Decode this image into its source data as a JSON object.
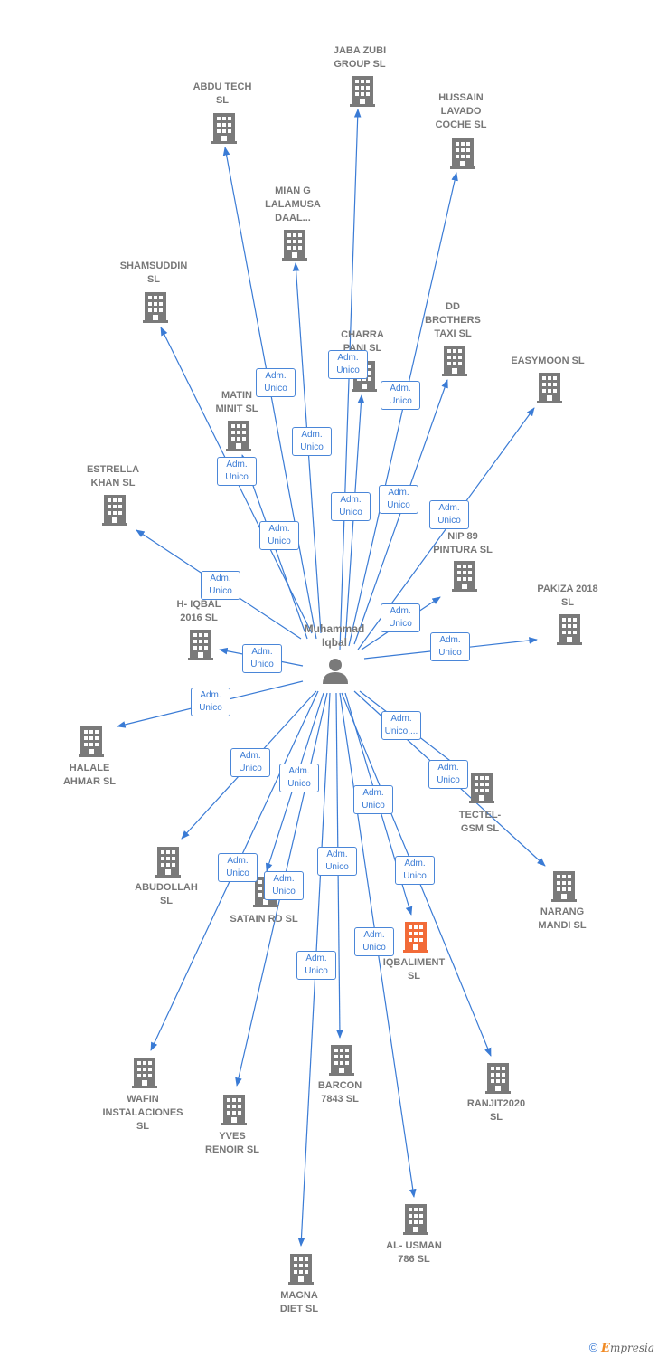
{
  "colors": {
    "edge": "#3a7bd5",
    "node": "#7a7a7a",
    "highlight": "#f26b38",
    "person": "#7a7a7a"
  },
  "person": {
    "name": [
      "Muhammad",
      "Iqbal"
    ],
    "icon": "person-icon"
  },
  "companies": [
    {
      "id": "jaba",
      "label": [
        "JABA ZUBI",
        "GROUP  SL"
      ]
    },
    {
      "id": "abdu",
      "label": [
        "ABDU TECH",
        "SL"
      ]
    },
    {
      "id": "hussain",
      "label": [
        "HUSSAIN",
        "LAVADO",
        "COCHE  SL"
      ]
    },
    {
      "id": "mian",
      "label": [
        "MIAN G",
        "LALAMUSA",
        "DAAL..."
      ]
    },
    {
      "id": "shamsuddin",
      "label": [
        "SHAMSUDDIN",
        "SL"
      ]
    },
    {
      "id": "dd",
      "label": [
        "DD",
        "BROTHERS",
        "TAXI  SL"
      ]
    },
    {
      "id": "charra",
      "label": [
        "CHARRA",
        "PANI  SL"
      ]
    },
    {
      "id": "easymoon",
      "label": [
        "EASYMOON  SL"
      ]
    },
    {
      "id": "matin",
      "label": [
        "MATIN",
        "MINIT  SL"
      ]
    },
    {
      "id": "estrella",
      "label": [
        "ESTRELLA",
        "KHAN  SL"
      ]
    },
    {
      "id": "nip",
      "label": [
        "NIP 89",
        "PINTURA  SL"
      ]
    },
    {
      "id": "pakiza",
      "label": [
        "PAKIZA 2018",
        "SL"
      ]
    },
    {
      "id": "hiqbal",
      "label": [
        "H- IQBAL",
        "2016  SL"
      ]
    },
    {
      "id": "halale",
      "label": [
        "HALALE",
        "AHMAR  SL"
      ]
    },
    {
      "id": "tectel",
      "label": [
        "TECTEL-",
        "GSM  SL"
      ]
    },
    {
      "id": "abudollah",
      "label": [
        "ABUDOLLAH",
        "SL"
      ]
    },
    {
      "id": "satain",
      "label": [
        "SATAIN RD  SL"
      ]
    },
    {
      "id": "narang",
      "label": [
        "NARANG",
        "MANDI  SL"
      ]
    },
    {
      "id": "iqbaliment",
      "label": [
        "IQBALIMENT",
        "SL"
      ],
      "highlight": true
    },
    {
      "id": "wafin",
      "label": [
        "WAFIN",
        "INSTALACIONES",
        "SL"
      ]
    },
    {
      "id": "barcon",
      "label": [
        "BARCON",
        "7843  SL"
      ]
    },
    {
      "id": "ranjit",
      "label": [
        "RANJIT2020",
        "SL"
      ]
    },
    {
      "id": "yves",
      "label": [
        "YVES",
        "RENOIR SL"
      ]
    },
    {
      "id": "alusman",
      "label": [
        "AL- USMAN",
        "786 SL"
      ]
    },
    {
      "id": "magna",
      "label": [
        "MAGNA",
        "DIET  SL"
      ]
    }
  ],
  "relations": [
    {
      "target": "abdu",
      "label": [
        "Adm.",
        "Unico"
      ]
    },
    {
      "target": "jaba",
      "label": [
        "Adm.",
        "Unico"
      ]
    },
    {
      "target": "hussain",
      "label": [
        "Adm.",
        "Unico"
      ]
    },
    {
      "target": "mian",
      "label": [
        "Adm.",
        "Unico"
      ]
    },
    {
      "target": "shamsuddin",
      "label": [
        "Adm.",
        "Unico"
      ]
    },
    {
      "target": "charra",
      "label": [
        "Adm.",
        "Unico"
      ]
    },
    {
      "target": "dd",
      "label": [
        "Adm.",
        "Unico"
      ]
    },
    {
      "target": "easymoon",
      "label": [
        "Adm.",
        "Unico"
      ]
    },
    {
      "target": "matin",
      "label": [
        "Adm.",
        "Unico"
      ]
    },
    {
      "target": "estrella",
      "label": [
        "Adm.",
        "Unico"
      ]
    },
    {
      "target": "nip",
      "label": [
        "Adm.",
        "Unico"
      ]
    },
    {
      "target": "pakiza",
      "label": [
        "Adm.",
        "Unico"
      ]
    },
    {
      "target": "hiqbal",
      "label": [
        "Adm.",
        "Unico"
      ]
    },
    {
      "target": "halale",
      "label": [
        "Adm.",
        "Unico"
      ]
    },
    {
      "target": "tectel",
      "label": [
        "Adm.",
        "Unico,..."
      ]
    },
    {
      "target": "narang",
      "label": [
        "Adm.",
        "Unico"
      ]
    },
    {
      "target": "abudollah",
      "label": [
        "Adm.",
        "Unico"
      ]
    },
    {
      "target": "satain",
      "label": [
        "Adm.",
        "Unico"
      ]
    },
    {
      "target": "iqbaliment",
      "label": [
        "Adm.",
        "Unico"
      ]
    },
    {
      "target": "ranjit",
      "label": [
        "Adm.",
        "Unico"
      ]
    },
    {
      "target": "barcon",
      "label": [
        "Adm.",
        "Unico"
      ]
    },
    {
      "target": "wafin",
      "label": [
        "Adm.",
        "Unico"
      ]
    },
    {
      "target": "yves",
      "label": [
        "Adm.",
        "Unico"
      ]
    },
    {
      "target": "alusman",
      "label": [
        "Adm.",
        "Unico"
      ]
    },
    {
      "target": "magna",
      "label": [
        "Adm.",
        "Unico"
      ]
    }
  ],
  "footer": {
    "copyright": "©",
    "brand_initial": "E",
    "brand_rest": "mpresia"
  }
}
